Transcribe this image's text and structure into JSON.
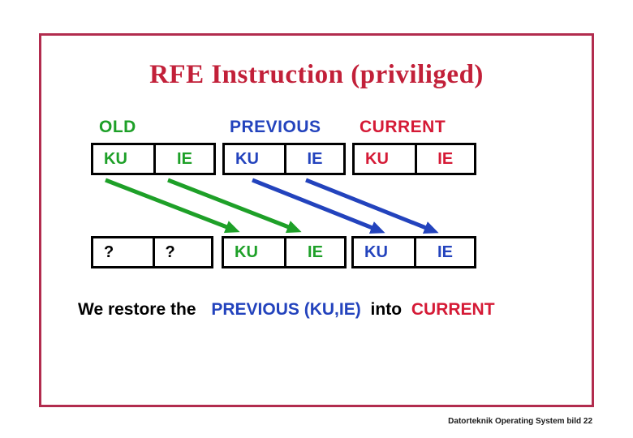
{
  "title": "RFE Instruction (priviliged)",
  "colors": {
    "title": "#C22039",
    "frame_border": "#B22C4E",
    "green": "#1EA028",
    "blue": "#2343BD",
    "red": "#D51A36",
    "black": "#000000"
  },
  "column_labels": [
    {
      "text": "OLD"
    },
    {
      "text": "PREVIOUS"
    },
    {
      "text": "CURRENT"
    }
  ],
  "registers": {
    "top_row": [
      {
        "cells": [
          "KU",
          "IE"
        ]
      },
      {
        "cells": [
          "KU",
          "IE"
        ]
      },
      {
        "cells": [
          "KU",
          "IE"
        ]
      }
    ],
    "bottom_row": [
      {
        "cells": [
          "?",
          "?"
        ]
      },
      {
        "cells": [
          "KU",
          "IE"
        ]
      },
      {
        "cells": [
          "KU",
          "IE"
        ]
      }
    ]
  },
  "caption": {
    "lead": "We restore the",
    "previous": "PREVIOUS (KU,IE)",
    "middle": "into",
    "current": "CURRENT"
  },
  "footer": "Datorteknik Operating System bild 22"
}
